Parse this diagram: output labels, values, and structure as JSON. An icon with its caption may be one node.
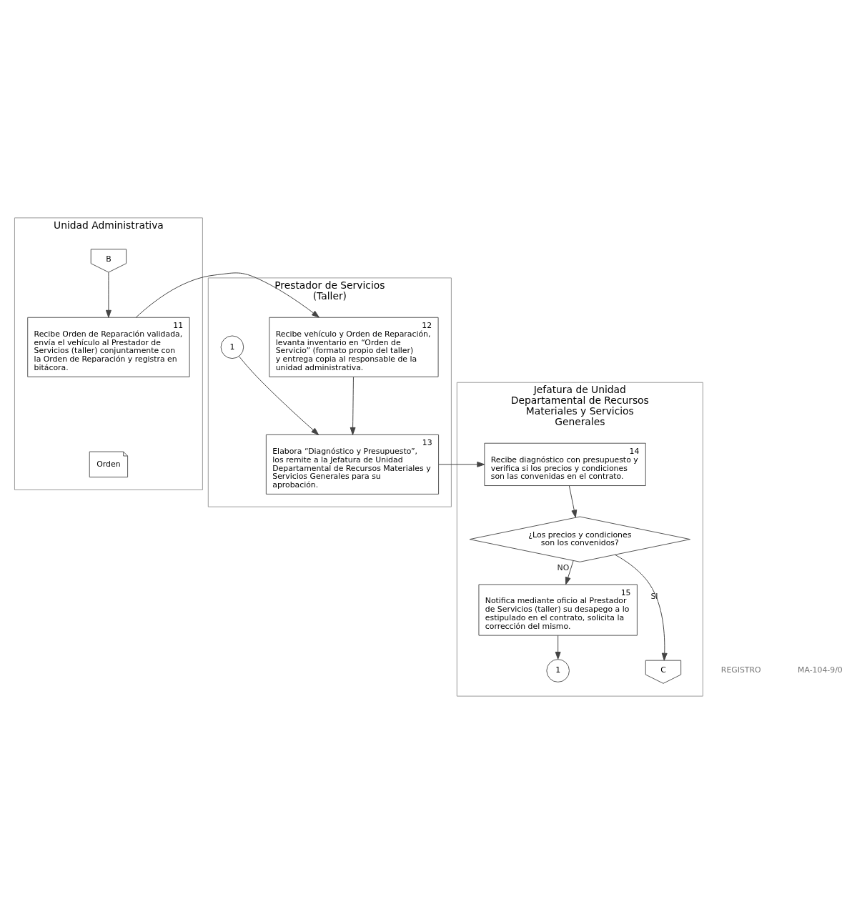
{
  "diagram": {
    "nodes": [
      {
        "text": [
          "Unidad Administrativa"
        ]
      },
      {
        "text": [
          "Prestador de Servicios (Taller)"
        ]
      },
      {
        "text": [
          "Jefatura de Unidad Departamental de Recursos Materiales y Servicios Generales"
        ]
      },
      {
        "text": [
          "B"
        ],
        "in": 0
      },
      {
        "text": [
          "11",
          "Recibe Orden de Reparación validada, envía el vehículo al Prestador de Servicios (taller) conjuntamente con la Orden de Reparación y registra en bitácora."
        ],
        "in": 0
      },
      {
        "text": [
          "Orden"
        ],
        "in": 0
      },
      {
        "text": [
          "12",
          "Recibe vehículo y Orden de Reparación, levanta inventario en “Orden de Servicio” (formato propio del taller) y entrega copia al responsable de la unidad administrativa."
        ],
        "in": 1
      },
      {
        "text": [
          "1"
        ],
        "in": 1
      },
      {
        "text": [
          "13",
          "Elabora “Diagnóstico y Presupuesto”, los remite a la Jefatura de Unidad Departamental de Recursos Materiales y Servicios Generales para su aprobación."
        ],
        "in": 1
      },
      {
        "text": [
          "14",
          "Recibe diagnóstico con presupuesto y verifica si los precios y condiciones son las convenidas en el contrato."
        ],
        "in": 2
      },
      {
        "text": [
          "¿Los precios y condiciones son los convenidos?"
        ],
        "in": 2
      },
      {
        "text": [
          "15",
          "Notifica mediante oficio al Prestador de Servicios (taller) su desapego a lo estipulado en el contrato, solicita la corrección del mismo."
        ],
        "in": 2
      },
      {
        "text": [
          "C"
        ],
        "in": 2
      },
      {
        "text": [
          "1"
        ],
        "in": 2
      }
    ],
    "edges": [
      {
        "from": 3,
        "to": 4,
        "arrow": "to"
      },
      {
        "from": 4,
        "to": 6,
        "arrow": "to"
      },
      {
        "from": 6,
        "to": 8,
        "arrow": "to"
      },
      {
        "from": 7,
        "to": 8,
        "arrow": "to"
      },
      {
        "from": 8,
        "to": 9,
        "arrow": "to"
      },
      {
        "from": 9,
        "to": 10,
        "arrow": "to"
      },
      {
        "from": 10,
        "to": 11,
        "arrow": "to",
        "label": "NO"
      },
      {
        "from": 10,
        "to": 12,
        "arrow": "to",
        "label": "SI"
      },
      {
        "from": 11,
        "to": 13,
        "arrow": "to"
      }
    ],
    "labels": [
      "REGISTRO",
      "MA-104-9/0"
    ]
  }
}
